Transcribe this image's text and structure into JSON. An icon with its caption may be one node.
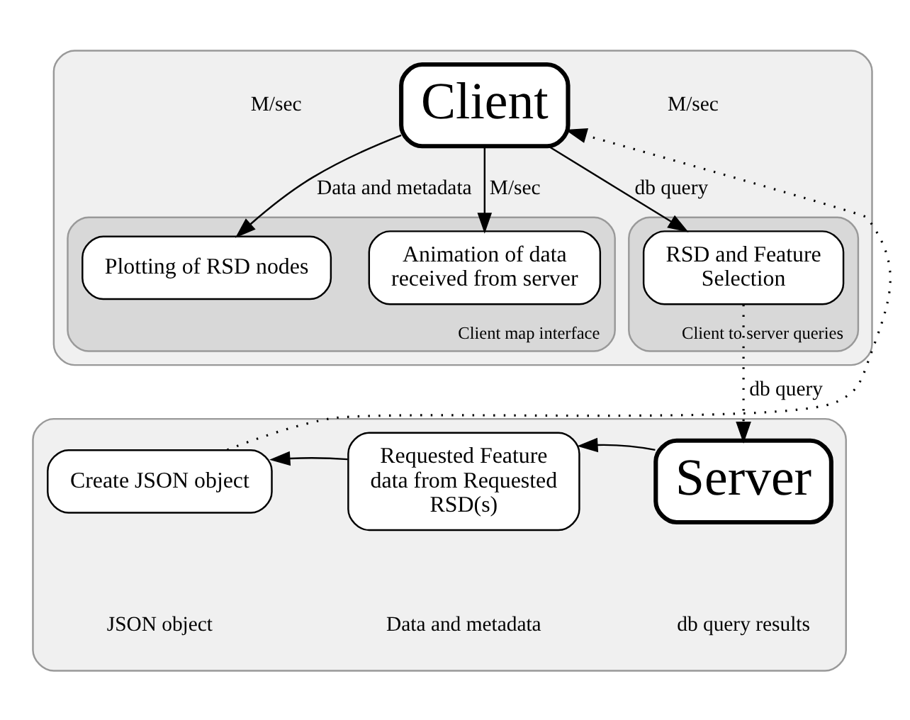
{
  "diagram": {
    "nodes": [
      {
        "text": [],
        "shape": "box"
      },
      {
        "text": [
          "Client"
        ],
        "in": 0
      },
      {
        "text": [
          "Client map interface"
        ],
        "in": 0
      },
      {
        "text": [
          "Plotting of RSD nodes"
        ],
        "in": 2
      },
      {
        "text": [
          "Animation of data received from server"
        ],
        "in": 2
      },
      {
        "text": [
          "Client to server queries"
        ],
        "in": 0
      },
      {
        "text": [
          "RSD and Feature Selection"
        ],
        "in": 5
      },
      {
        "text": [],
        "shape": "box"
      },
      {
        "text": [
          "Create JSON object"
        ],
        "in": 7
      },
      {
        "text": [
          "Requested Feature data from Requested RSD(s)"
        ],
        "in": 7
      },
      {
        "text": [
          "Server"
        ],
        "in": 7
      }
    ],
    "edges": [
      {
        "from": 1,
        "to": 3,
        "arrow": "to",
        "label": "Data and metadata"
      },
      {
        "from": 1,
        "to": 4,
        "arrow": "to",
        "label": "M/sec"
      },
      {
        "from": 1,
        "to": 6,
        "arrow": "to",
        "label": "db query"
      },
      {
        "from": 6,
        "to": 10,
        "arrow": "to",
        "style": "dashed",
        "label": "db query"
      },
      {
        "from": 10,
        "to": 9,
        "arrow": "to"
      },
      {
        "from": 9,
        "to": 8,
        "arrow": "to"
      },
      {
        "from": 8,
        "to": 1,
        "arrow": "to",
        "style": "dashed"
      }
    ],
    "labels": [
      "M/sec",
      "M/sec",
      "JSON object",
      "Data and metadata",
      "db query results"
    ]
  }
}
